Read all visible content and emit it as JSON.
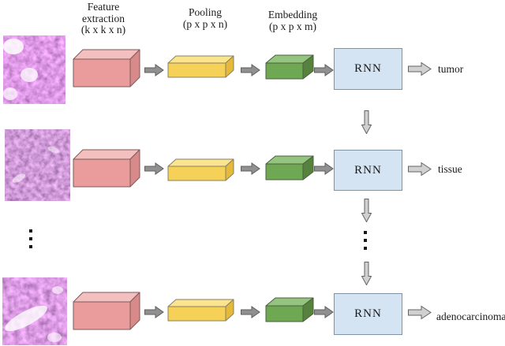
{
  "headers": {
    "feature_extraction": [
      "Feature",
      "extraction",
      "(k x k x n)"
    ],
    "pooling": [
      "Pooling",
      "(p x p x n)"
    ],
    "embedding": [
      "Embedding",
      "(p x p x m)"
    ]
  },
  "rnn": {
    "label": "RNN"
  },
  "rows": [
    {
      "image": "H&E stained histopathology patch",
      "output": "tumor"
    },
    {
      "image": "H&E stained histopathology patch",
      "output": "tissue"
    },
    {
      "image": "H&E stained histopathology patch",
      "output": "adenocarcinoma"
    }
  ],
  "colors": {
    "text": "#1a1a1a",
    "pink_box": {
      "front": "#ea9c9c",
      "top": "#f4bfbf",
      "side": "#d88a8a",
      "stroke": "#7e5a5a"
    },
    "yellow_box": {
      "front": "#f6d158",
      "top": "#fae58e",
      "side": "#e5ba3a",
      "stroke": "#8a8060"
    },
    "green_box": {
      "front": "#6fa852",
      "top": "#94c47d",
      "side": "#55823c",
      "stroke": "#4a5f3e"
    },
    "rnn_box": {
      "fill": "#d4e4f3",
      "stroke": "#7f93a5"
    },
    "arrow_solid": {
      "fill": "#909090",
      "stroke": "#5f5f5f"
    },
    "arrow_light": {
      "fill": "#d0d0d0",
      "stroke": "#636363"
    }
  }
}
